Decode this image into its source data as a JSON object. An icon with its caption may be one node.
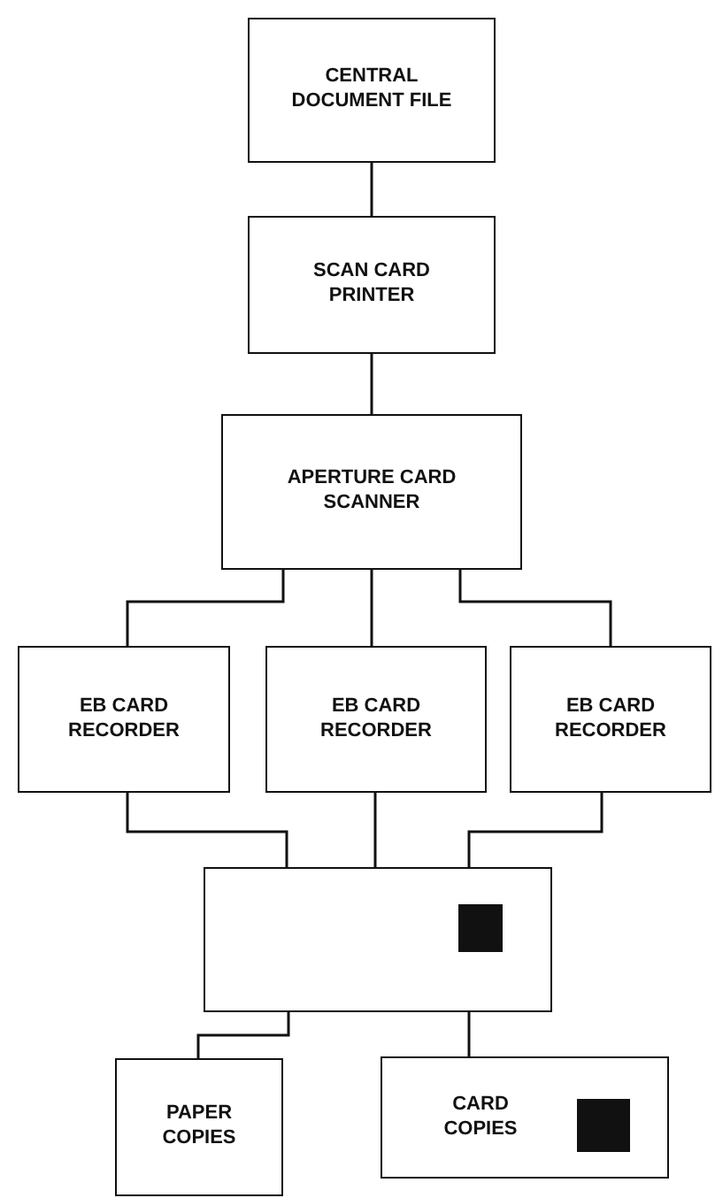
{
  "diagram": {
    "nodes": [
      {
        "text": [
          "CENTRAL DOCUMENT FILE"
        ]
      },
      {
        "text": [
          "SCAN CARD PRINTER"
        ]
      },
      {
        "text": [
          "APERTURE CARD SCANNER"
        ]
      },
      {
        "text": [
          "EB CARD RECORDER"
        ]
      },
      {
        "text": [
          "EB CARD RECORDER"
        ]
      },
      {
        "text": [
          "EB CARD RECORDER"
        ]
      },
      {
        "text": [],
        "shape": "box"
      },
      {
        "text": [
          "PAPER COPIES"
        ]
      },
      {
        "text": [
          "CARD COPIES"
        ]
      }
    ],
    "edges": [
      {
        "from": 0,
        "to": 1,
        "arrow": "none"
      },
      {
        "from": 1,
        "to": 2,
        "arrow": "none"
      },
      {
        "from": 2,
        "to": 3,
        "arrow": "none"
      },
      {
        "from": 2,
        "to": 4,
        "arrow": "none"
      },
      {
        "from": 2,
        "to": 5,
        "arrow": "none"
      },
      {
        "from": 3,
        "to": 6,
        "arrow": "none"
      },
      {
        "from": 4,
        "to": 6,
        "arrow": "none"
      },
      {
        "from": 5,
        "to": 6,
        "arrow": "none"
      },
      {
        "from": 6,
        "to": 7,
        "arrow": "none"
      },
      {
        "from": 6,
        "to": 8,
        "arrow": "none"
      }
    ]
  }
}
